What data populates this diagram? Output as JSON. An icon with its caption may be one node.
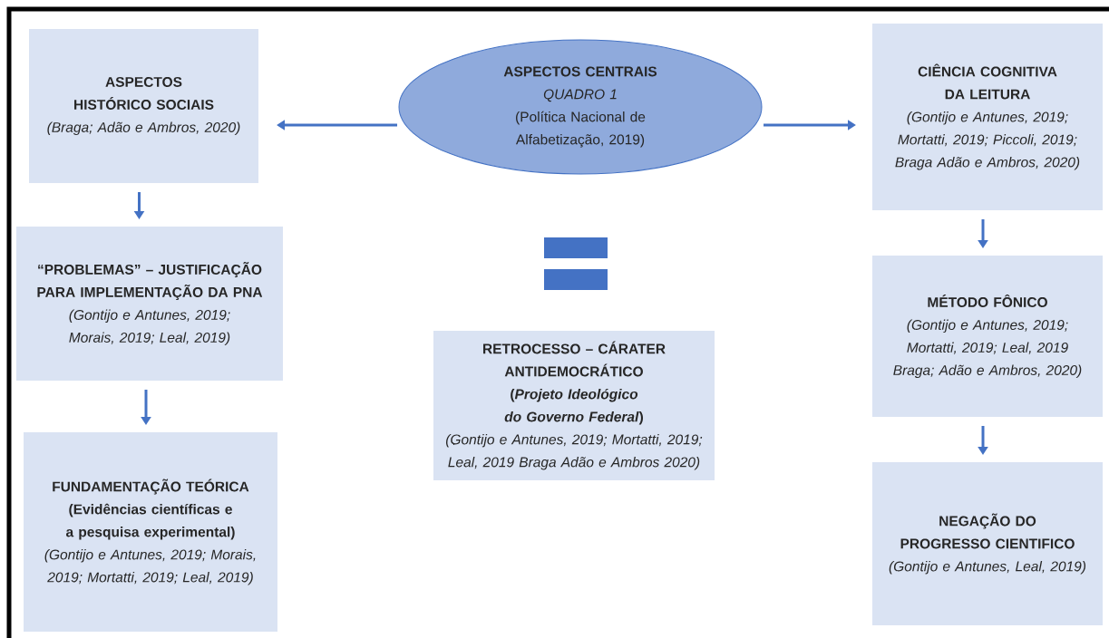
{
  "diagram": {
    "nodes": [
      {
        "text": [
          "ASPECTOS CENTRAIS",
          "QUADRO 1",
          "(Política Nacional de Alfabetização, 2019)"
        ]
      },
      {
        "text": [
          "ASPECTOS HISTÓRICO SOCIAIS",
          "(Braga; Adão e Ambros, 2020)"
        ]
      },
      {
        "text": [
          "“PROBLEMAS” – JUSTIFICAÇÃO PARA IMPLEMENTAÇÃO DA PNA",
          "(Gontijo e Antunes, 2019; Morais, 2019; Leal, 2019)"
        ]
      },
      {
        "text": [
          "FUNDAMENTAÇÃO TEÓRICA",
          "(Evidências científicas e a pesquisa experimental)",
          "(Gontijo e Antunes, 2019; Morais, 2019; Mortatti, 2019; Leal, 2019)"
        ]
      },
      {
        "text": [
          "CIÊNCIA COGNITIVA DA LEITURA",
          "(Gontijo e Antunes, 2019; Mortatti, 2019; Piccoli, 2019; Braga Adão e Ambros, 2020)"
        ]
      },
      {
        "text": [
          "MÉTODO FÔNICO",
          "(Gontijo e Antunes, 2019; Mortatti, 2019; Leal, 2019 Braga; Adão e Ambros, 2020)"
        ]
      },
      {
        "text": [
          "NEGAÇÃO DO PROGRESSO CIENTIFICO",
          "(Gontijo e Antunes, Leal, 2019)"
        ]
      },
      {
        "text": [
          "RETROCESSO – CÁRATER ANTIDEMOCRÁTICO",
          "(*Projeto Ideológico do Governo Federal*)",
          "(Gontijo e Antunes, 2019; Mortatti, 2019; Leal, 2019 Braga Adão e Ambros 2020)"
        ]
      }
    ],
    "edges": [
      {
        "from": 0,
        "to": 1,
        "arrow": "to"
      },
      {
        "from": 0,
        "to": 4,
        "arrow": "to"
      },
      {
        "from": 1,
        "to": 2,
        "arrow": "to"
      },
      {
        "from": 2,
        "to": 3,
        "arrow": "to"
      },
      {
        "from": 4,
        "to": 5,
        "arrow": "to"
      },
      {
        "from": 5,
        "to": 6,
        "arrow": "to"
      }
    ]
  }
}
